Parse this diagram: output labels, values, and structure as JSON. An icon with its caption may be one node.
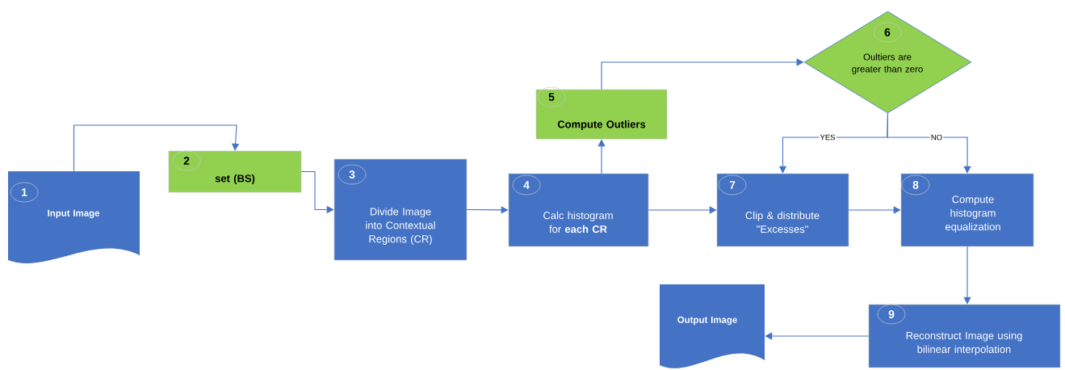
{
  "diagram": {
    "nodes": [
      {
        "text": [
          "1",
          "Input Image"
        ]
      },
      {
        "text": [
          "2",
          "set (BS)"
        ]
      },
      {
        "text": [
          "3",
          "Divide Image into Contextual Regions (CR)"
        ]
      },
      {
        "text": [
          "4",
          "Calc histogram for **each CR**"
        ]
      },
      {
        "text": [
          "5",
          "Compute Outliers"
        ]
      },
      {
        "text": [
          "6",
          "Oultiers are greater than zero"
        ]
      },
      {
        "text": [
          "7",
          "Clip & distribute \"Excesses\""
        ]
      },
      {
        "text": [
          "8",
          "Compute histogram equalization"
        ]
      },
      {
        "text": [
          "9",
          "Reconstruct Image using bilinear interpolation"
        ]
      },
      {
        "text": [
          "Output Image"
        ]
      }
    ],
    "edges": [
      {
        "from": 0,
        "to": 1,
        "arrow": "to"
      },
      {
        "from": 1,
        "to": 2,
        "arrow": "to"
      },
      {
        "from": 2,
        "to": 3,
        "arrow": "to"
      },
      {
        "from": 3,
        "to": 4,
        "arrow": "to"
      },
      {
        "from": 4,
        "to": 5,
        "arrow": "to"
      },
      {
        "from": 5,
        "to": 6,
        "arrow": "to",
        "label": "YES"
      },
      {
        "from": 5,
        "to": 7,
        "arrow": "to",
        "label": "NO"
      },
      {
        "from": 3,
        "to": 6,
        "arrow": "to"
      },
      {
        "from": 6,
        "to": 7,
        "arrow": "to"
      },
      {
        "from": 7,
        "to": 8,
        "arrow": "to"
      },
      {
        "from": 8,
        "to": 9,
        "arrow": "to"
      }
    ]
  }
}
